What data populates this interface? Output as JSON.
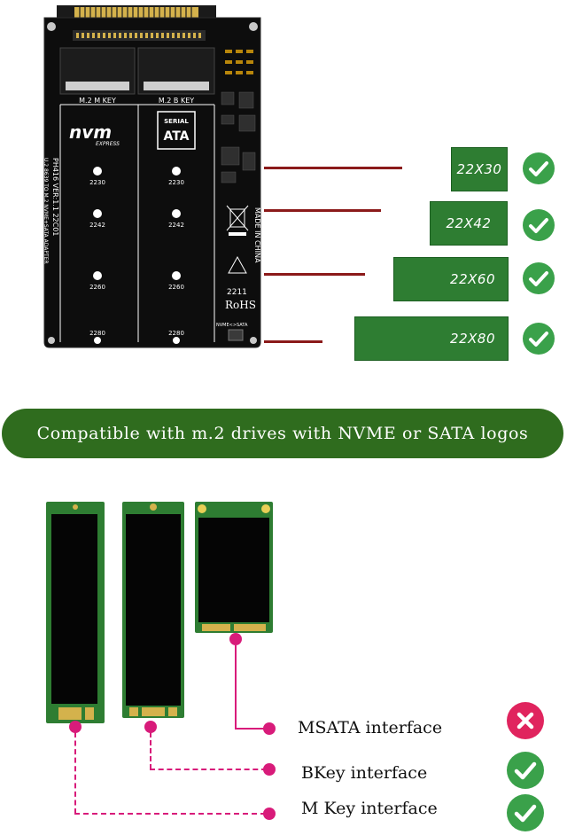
{
  "board": {
    "slot_labels": [
      "M.2 M KEY",
      "M.2 B KEY"
    ],
    "nvm_logo": "nvm",
    "nvm_sub": "EXPRESS",
    "serial_ata_logo": "SERIAL ATA",
    "side_text": "PH416  VER:1.1  22C01",
    "side_subtext": "U.2 8639 TO M.2 NVME+SATA ADAPTER",
    "made_in": "MADE IN CHINA",
    "rohs": "RoHS",
    "date_code": "2211",
    "switch_label": "NVME<>SATA",
    "hole_labels_left": [
      "2230",
      "2242",
      "2260",
      "2280"
    ],
    "hole_labels_right": [
      "2230",
      "2242",
      "2260",
      "2280"
    ],
    "colors": {
      "pcb": "#111111",
      "gold": "#d4b24c",
      "silk": "#ffffff"
    }
  },
  "sizes": [
    {
      "label": "22X30",
      "supported": true
    },
    {
      "label": "22X42",
      "supported": true
    },
    {
      "label": "22X60",
      "supported": true
    },
    {
      "label": "22X80",
      "supported": true
    }
  ],
  "banner": {
    "text": "Compatible with m.2 drives with NVME or SATA logos"
  },
  "interfaces": [
    {
      "label": "MSATA interface",
      "supported": false
    },
    {
      "label": "BKey interface",
      "supported": true
    },
    {
      "label": "M Key interface",
      "supported": true
    }
  ],
  "colors": {
    "check": "#3aa14a",
    "cross": "#e0245e",
    "accent_line": "#d81b7a",
    "banner": "#2f6c1e",
    "card": "#2e7d32"
  }
}
